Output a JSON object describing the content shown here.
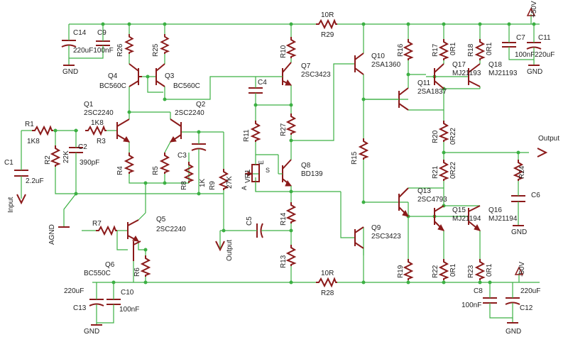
{
  "labels": {
    "supply_pos": "+50V",
    "supply_neg": "-50V",
    "r29": "R29",
    "r29_val": "10R",
    "r28": "R28",
    "r28_val": "10R",
    "input": "Input",
    "output_main": "Output",
    "output_aux": "Output",
    "agnd": "AGND",
    "gnd_top": "GND",
    "gnd_right": "GND",
    "gnd_c6": "GND",
    "gnd_bl": "GND",
    "gnd_br": "GND"
  },
  "components": {
    "r1": "R1",
    "r1_val": "1K8",
    "r2": "R2",
    "r2_val": "22K",
    "r3": "R3",
    "r3_val": "1K8",
    "r4": "R4",
    "r5": "R5",
    "r6": "R6",
    "r7": "R7",
    "r8": "R8",
    "r8_val": "1K",
    "r9": "R9",
    "r9_val": "27K",
    "r10": "R10",
    "r11": "R11",
    "r13": "R13",
    "r14": "R14",
    "r15": "R15",
    "r16": "R16",
    "r17": "R17",
    "r17_val": "0R1",
    "r18": "R18",
    "r18_val": "0R1",
    "r19": "R19",
    "r20": "R20",
    "r20_val": "0R22",
    "r21": "R21",
    "r21_val": "0R22",
    "r22": "R22",
    "r22_val": "0R1",
    "r23": "R23",
    "r23_val": "0R1",
    "r24": "R24",
    "r25": "R25",
    "r26": "R26",
    "r27": "R27",
    "vr1": "VR1",
    "vr1_a": "A",
    "vr1_e": "E",
    "vr1_s": "S",
    "c1": "C1",
    "c1_val": "2.2uF",
    "c2": "C2",
    "c2_val": "390pF",
    "c3": "C3",
    "c4": "C4",
    "c5": "C5",
    "c6": "C6",
    "c7": "C7",
    "c7_val": "100nF",
    "c8": "C8",
    "c8_val": "100nF",
    "c9": "C9",
    "c10": "C10",
    "c10_val": "100nF",
    "c11": "C11",
    "c11_val": "220uF",
    "c12": "C12",
    "c12_val": "220uF",
    "c13": "C13",
    "c13_val": "220uF",
    "c14": "C14",
    "c14_val": "220uF100nF",
    "q1": "Q1",
    "q1_val": "2SC2240",
    "q2": "Q2",
    "q2_val": "2SC2240",
    "q3": "Q3",
    "q3_val": "BC560C",
    "q4": "Q4",
    "q4_val": "BC560C",
    "q5": "Q5",
    "q5_val": "2SC2240",
    "q6": "Q6",
    "q6_val": "BC550C",
    "q7": "Q7",
    "q7_val": "2SC3423",
    "q8": "Q8",
    "q8_val": "BD139",
    "q9": "Q9",
    "q9_val": "2SC3423",
    "q10": "Q10",
    "q10_val": "2SA1360",
    "q11": "Q11",
    "q11_val": "2SA1837",
    "q13": "Q13",
    "q13_val": "2SC4793",
    "q15": "Q15",
    "q15_val": "MJ21194",
    "q16": "Q16",
    "q16_val": "MJ21194",
    "q17": "Q17",
    "q17_val": "MJ21193",
    "q18": "Q18",
    "q18_val": "MJ21193"
  }
}
